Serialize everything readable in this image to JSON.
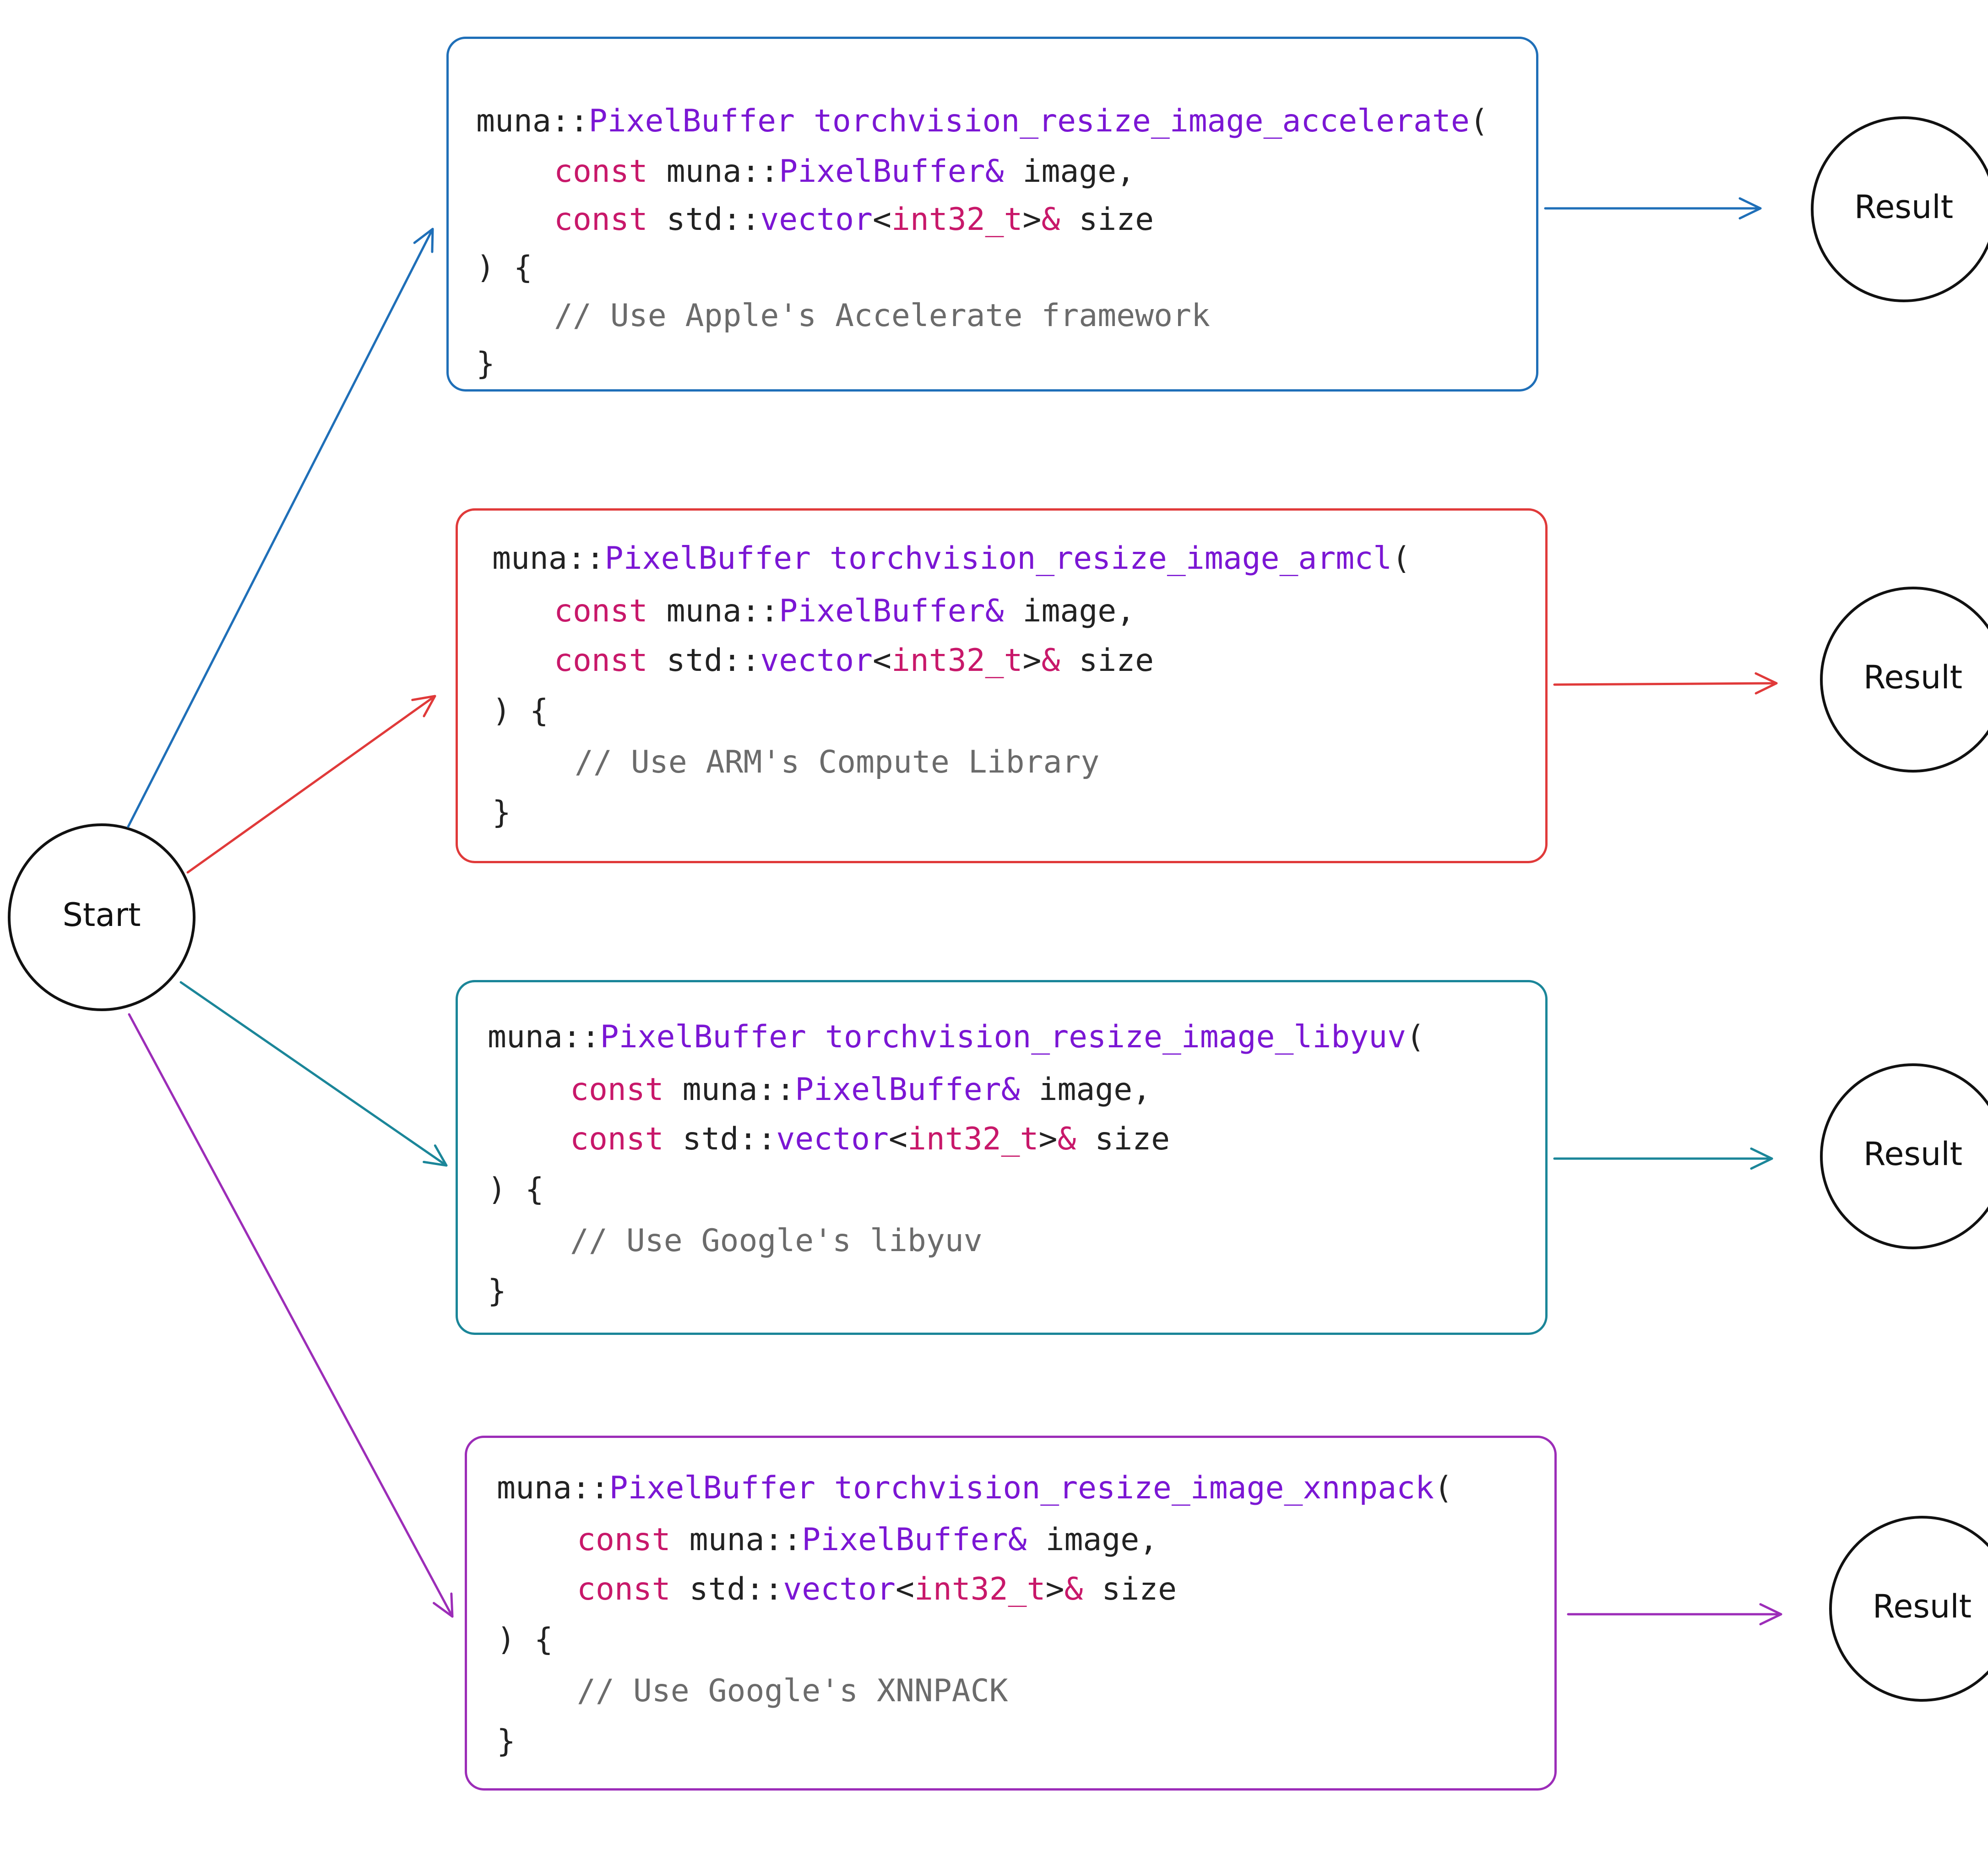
{
  "diagram": {
    "start_node": {
      "label": "Start"
    },
    "result_label": "Result",
    "branches": [
      {
        "id": "accelerate",
        "color": "#1f6fb8",
        "code": {
          "signature": {
            "ns": "muna::",
            "type": "PixelBuffer",
            "fn": " torchvision_resize_image_accelerate",
            "paren": "("
          },
          "param1": {
            "kw": "const",
            "ns": " muna::",
            "type": "PixelBuffer&",
            "name": " image,"
          },
          "param2": {
            "kw": "const",
            "ns": " std::",
            "type": "vector",
            "lt": "<",
            "inner": "int32_t",
            "gt": ">",
            "amp": "&",
            "name": " size"
          },
          "open": ") {",
          "comment": "// Use Apple's Accelerate framework",
          "close": "}"
        }
      },
      {
        "id": "armcl",
        "color": "#e03a3a",
        "code": {
          "signature": {
            "ns": "muna::",
            "type": "PixelBuffer",
            "fn": " torchvision_resize_image_armcl",
            "paren": "("
          },
          "param1": {
            "kw": "const",
            "ns": " muna::",
            "type": "PixelBuffer&",
            "name": " image,"
          },
          "param2": {
            "kw": "const",
            "ns": " std::",
            "type": "vector",
            "lt": "<",
            "inner": "int32_t",
            "gt": ">",
            "amp": "&",
            "name": " size"
          },
          "open": ") {",
          "comment": "// Use ARM's Compute Library",
          "close": "}"
        }
      },
      {
        "id": "libyuv",
        "color": "#1b8699",
        "code": {
          "signature": {
            "ns": "muna::",
            "type": "PixelBuffer",
            "fn": " torchvision_resize_image_libyuv",
            "paren": "("
          },
          "param1": {
            "kw": "const",
            "ns": " muna::",
            "type": "PixelBuffer&",
            "name": " image,"
          },
          "param2": {
            "kw": "const",
            "ns": " std::",
            "type": "vector",
            "lt": "<",
            "inner": "int32_t",
            "gt": ">",
            "amp": "&",
            "name": " size"
          },
          "open": ") {",
          "comment": "// Use Google's libyuv",
          "close": "}"
        }
      },
      {
        "id": "xnnpack",
        "color": "#9c2db8",
        "code": {
          "signature": {
            "ns": "muna::",
            "type": "PixelBuffer",
            "fn": " torchvision_resize_image_xnnpack",
            "paren": "("
          },
          "param1": {
            "kw": "const",
            "ns": " muna::",
            "type": "PixelBuffer&",
            "name": " image,"
          },
          "param2": {
            "kw": "const",
            "ns": " std::",
            "type": "vector",
            "lt": "<",
            "inner": "int32_t",
            "gt": ">",
            "amp": "&",
            "name": " size"
          },
          "open": ") {",
          "comment": "// Use Google's XNNPACK",
          "close": "}"
        }
      }
    ]
  }
}
